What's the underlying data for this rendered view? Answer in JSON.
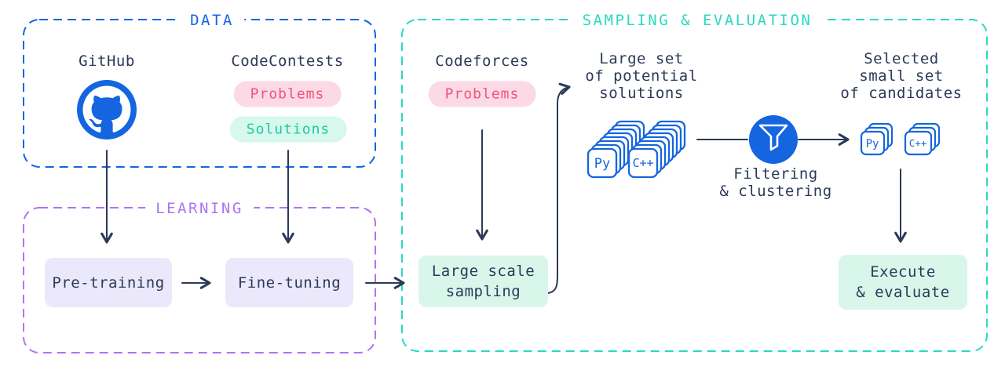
{
  "colors": {
    "blue": "#1565E0",
    "navy": "#2B3A59",
    "purple": "#AE74F2",
    "teal": "#2BD9C2",
    "pink_text": "#F2527B",
    "pink_bg": "#FBDAE5",
    "green_text": "#1EC9A4",
    "green_bg": "#D7F8EC",
    "mint_box_bg": "#D9F6EA",
    "lavender_box_bg": "#EAE8FA"
  },
  "sections": {
    "data": {
      "title": "DATA"
    },
    "learning": {
      "title": "LEARNING"
    },
    "sampling": {
      "title": "SAMPLING & EVALUATION"
    }
  },
  "labels": {
    "github": "GitHub",
    "codecontests": "CodeContests",
    "codeforces": "Codeforces",
    "large_set": {
      "lines": [
        "Large set",
        "of potential",
        "solutions"
      ]
    },
    "selected_set": {
      "lines": [
        "Selected",
        "small set",
        "of candidates"
      ]
    },
    "filtering": {
      "lines": [
        "Filtering",
        "& clustering"
      ]
    }
  },
  "badges": {
    "codecontests_problems": "Problems",
    "codecontests_solutions": "Solutions",
    "codeforces_problems": "Problems"
  },
  "process": {
    "pretraining": "Pre-training",
    "finetuning": "Fine-tuning",
    "large_scale_sampling": {
      "lines": [
        "Large scale",
        "sampling"
      ]
    },
    "execute_evaluate": {
      "lines": [
        "Execute",
        "& evaluate"
      ]
    }
  },
  "cards": {
    "py": "Py",
    "cpp": "C++"
  },
  "icons": {
    "github": "github-octocat-icon",
    "filter": "funnel-icon"
  }
}
